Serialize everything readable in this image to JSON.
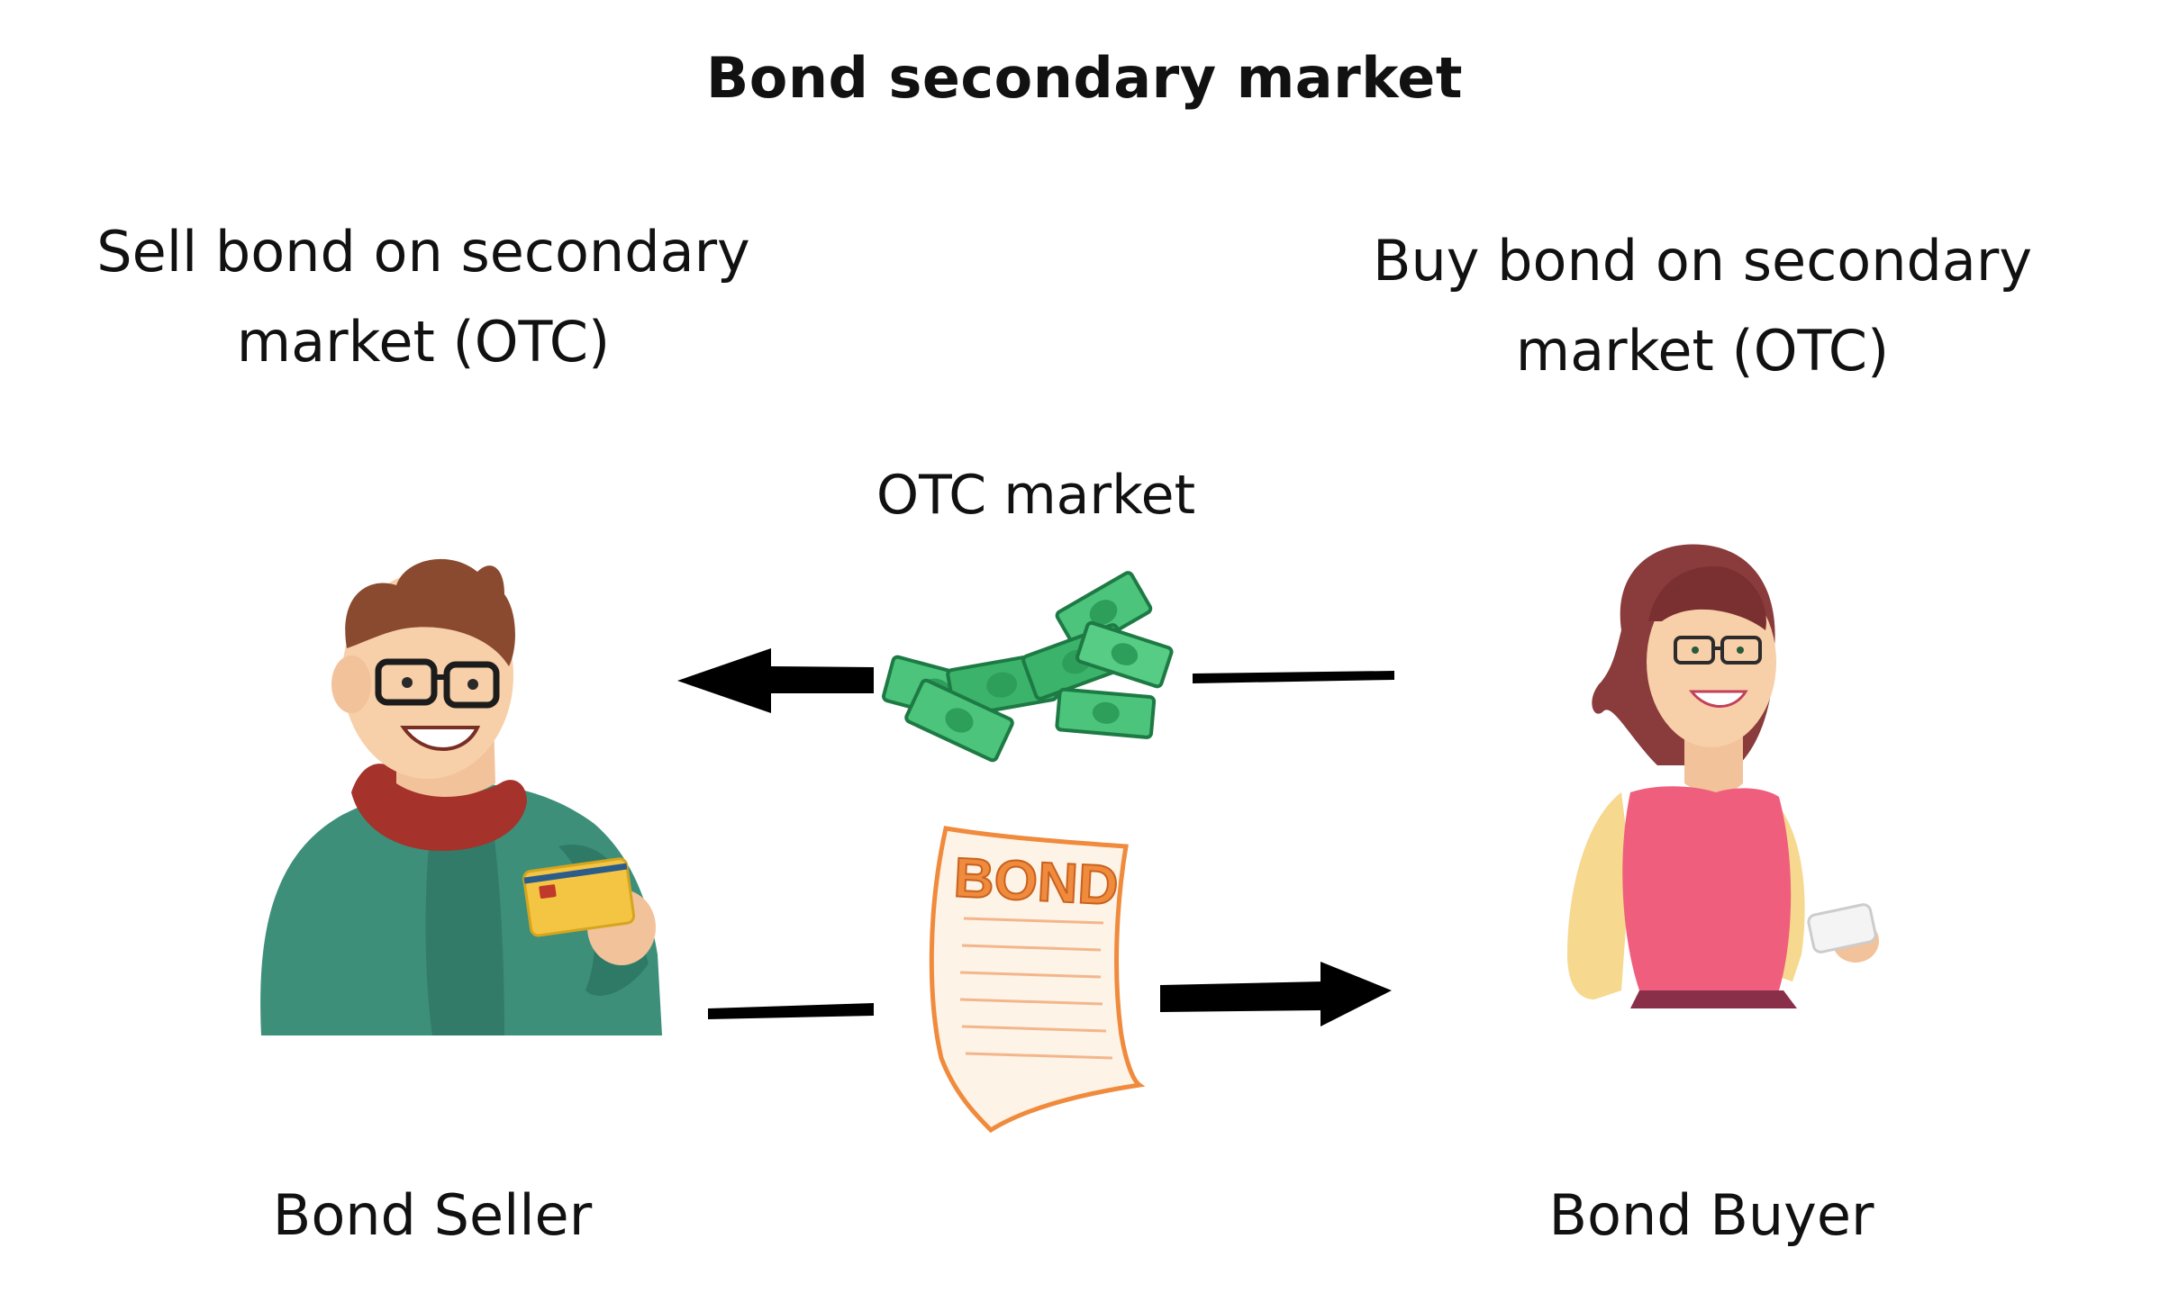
{
  "title": "Bond secondary market",
  "seller": {
    "caption_line1": "Sell bond on secondary",
    "caption_line2": "market (OTC)",
    "name": "Bond Seller"
  },
  "buyer": {
    "caption_line1": "Buy bond on secondary",
    "caption_line2": "market (OTC)",
    "name": "Bond Buyer"
  },
  "market": {
    "label": "OTC market"
  },
  "bond_document": {
    "label": "BOND"
  },
  "colors": {
    "text": "#111111",
    "arrow": "#000000",
    "money_green": "#3bb36a",
    "money_dark": "#1e7a44",
    "bond_orange": "#f08a3c",
    "seller_sweater": "#3d8f7a",
    "seller_scarf": "#a5322b",
    "seller_hair": "#8a4a2f",
    "buyer_top": "#ef5f7d",
    "buyer_sleeve": "#f6d88f",
    "buyer_hair": "#8a3b3b",
    "card_gold": "#f4c542"
  },
  "icons": {
    "seller": "man-with-card-icon",
    "buyer": "woman-with-phone-icon",
    "money": "cash-stack-icon",
    "bond": "bond-certificate-icon"
  }
}
